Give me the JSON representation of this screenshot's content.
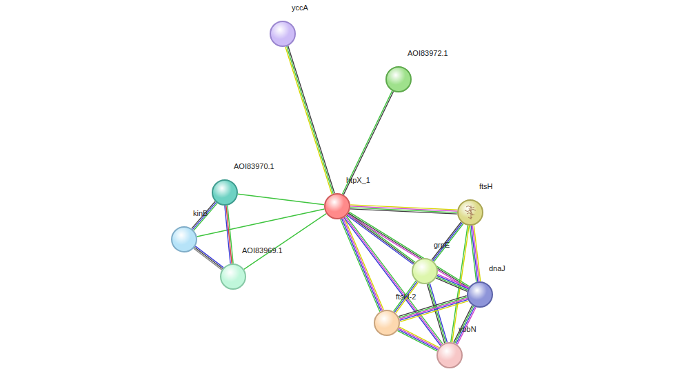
{
  "diagram": {
    "nodes": [
      {
        "text": [
          "yccA"
        ]
      },
      {
        "text": [
          "AOI83972.1"
        ]
      },
      {
        "text": [
          "AOI83970.1"
        ]
      },
      {
        "text": [
          "htpX_1"
        ]
      },
      {
        "text": [
          "ftsH"
        ]
      },
      {
        "text": [
          "kinB"
        ]
      },
      {
        "text": [
          "grpE"
        ]
      },
      {
        "text": [
          "AOI83969.1"
        ]
      },
      {
        "text": [
          "dnaJ"
        ]
      },
      {
        "text": [
          "ftsH-2"
        ]
      },
      {
        "text": [
          "ybbN"
        ]
      }
    ],
    "edges": [
      {
        "from": 3,
        "to": 0,
        "arrow": "none"
      },
      {
        "from": 3,
        "to": 1,
        "arrow": "none"
      },
      {
        "from": 3,
        "to": 2,
        "arrow": "none"
      },
      {
        "from": 3,
        "to": 5,
        "arrow": "none"
      },
      {
        "from": 3,
        "to": 7,
        "arrow": "none"
      },
      {
        "from": 2,
        "to": 5,
        "arrow": "none"
      },
      {
        "from": 2,
        "to": 7,
        "arrow": "none"
      },
      {
        "from": 5,
        "to": 7,
        "arrow": "none"
      },
      {
        "from": 3,
        "to": 4,
        "arrow": "none"
      },
      {
        "from": 3,
        "to": 6,
        "arrow": "none"
      },
      {
        "from": 3,
        "to": 8,
        "arrow": "none"
      },
      {
        "from": 3,
        "to": 9,
        "arrow": "none"
      },
      {
        "from": 3,
        "to": 10,
        "arrow": "none"
      },
      {
        "from": 4,
        "to": 6,
        "arrow": "none"
      },
      {
        "from": 4,
        "to": 8,
        "arrow": "none"
      },
      {
        "from": 4,
        "to": 10,
        "arrow": "none"
      },
      {
        "from": 6,
        "to": 8,
        "arrow": "none"
      },
      {
        "from": 6,
        "to": 9,
        "arrow": "none"
      },
      {
        "from": 6,
        "to": 10,
        "arrow": "none"
      },
      {
        "from": 8,
        "to": 9,
        "arrow": "none"
      },
      {
        "from": 8,
        "to": 10,
        "arrow": "none"
      },
      {
        "from": 9,
        "to": 10,
        "arrow": "none"
      }
    ]
  }
}
